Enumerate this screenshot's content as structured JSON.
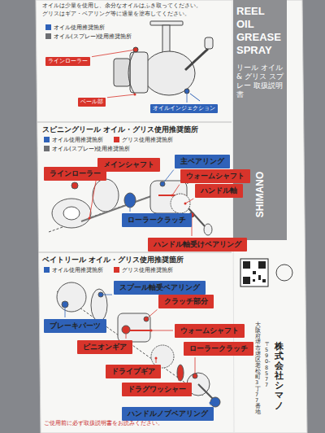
{
  "diagram": {
    "nodes": [
      {
        "text": [
          "REEL OIL GREASE SPRAY",
          "リール オイル & グリス スプレー 取扱説明書"
        ]
      },
      {
        "text": [
          "ベール部"
        ]
      },
      {
        "text": [
          "ラインローラー"
        ]
      },
      {
        "text": [
          "オイルインジェクション"
        ]
      },
      {
        "text": [
          "スピニングリール オイル・グリス使用推奨箇所"
        ]
      },
      {
        "text": [
          "メインシャフト"
        ],
        "in": 4
      },
      {
        "text": [
          "ラインローラー"
        ],
        "in": 4
      },
      {
        "text": [
          "主ベアリング"
        ],
        "in": 4
      },
      {
        "text": [
          "ウォームシャフト"
        ],
        "in": 4
      },
      {
        "text": [
          "ハンドル軸"
        ],
        "in": 4
      },
      {
        "text": [
          "ローラークラッチ"
        ],
        "in": 4
      },
      {
        "text": [
          "ハンドル軸受けベアリング"
        ],
        "in": 4
      },
      {
        "text": [
          "ベイトリール オイル・グリス使用推奨箇所"
        ]
      },
      {
        "text": [
          "スプール軸受ベアリング"
        ],
        "in": 12
      },
      {
        "text": [
          "クラッチ部分"
        ],
        "in": 12
      },
      {
        "text": [
          "ウォームシャフト"
        ],
        "in": 12
      },
      {
        "text": [
          "ブレーキパーツ"
        ],
        "in": 12
      },
      {
        "text": [
          "ピニオンギア"
        ],
        "in": 12
      },
      {
        "text": [
          "ドライブギア"
        ],
        "in": 12
      },
      {
        "text": [
          "ドラグワッシャー"
        ],
        "in": 12
      },
      {
        "text": [
          "ローラークラッチ"
        ],
        "in": 12
      },
      {
        "text": [
          "ハンドルノブベアリング"
        ],
        "in": 12
      },
      {
        "text": [
          "株式会社シマノ"
        ]
      }
    ],
    "labels": [
      "オイルは少量を使用し、余分なオイルはふき取ってください。",
      "グリスはギア・ベアリング等に適量を塗布してください。",
      "SHIMANO",
      "〒590-8577",
      "大阪府堺市堺区老松町3丁77番地",
      "ご使用前に必ず取扱説明書をお読みください。"
    ],
    "legend": [
      {
        "text": "オイル使用推奨箇所",
        "color": "#2f62b8"
      },
      {
        "text": "オイル(スプレー)使用推奨箇所",
        "color": "#6d6f73"
      },
      {
        "text": "オイル使用推奨箇所",
        "color": "#2f62b8"
      },
      {
        "text": "グリス使用推奨箇所",
        "color": "#d8342b"
      },
      {
        "text": "オイル(スプレー)使用推奨箇所",
        "color": "#6d6f73"
      },
      {
        "text": "オイル使用推奨箇所",
        "color": "#2f62b8"
      },
      {
        "text": "グリス使用推奨箇所",
        "color": "#d8342b"
      }
    ]
  }
}
